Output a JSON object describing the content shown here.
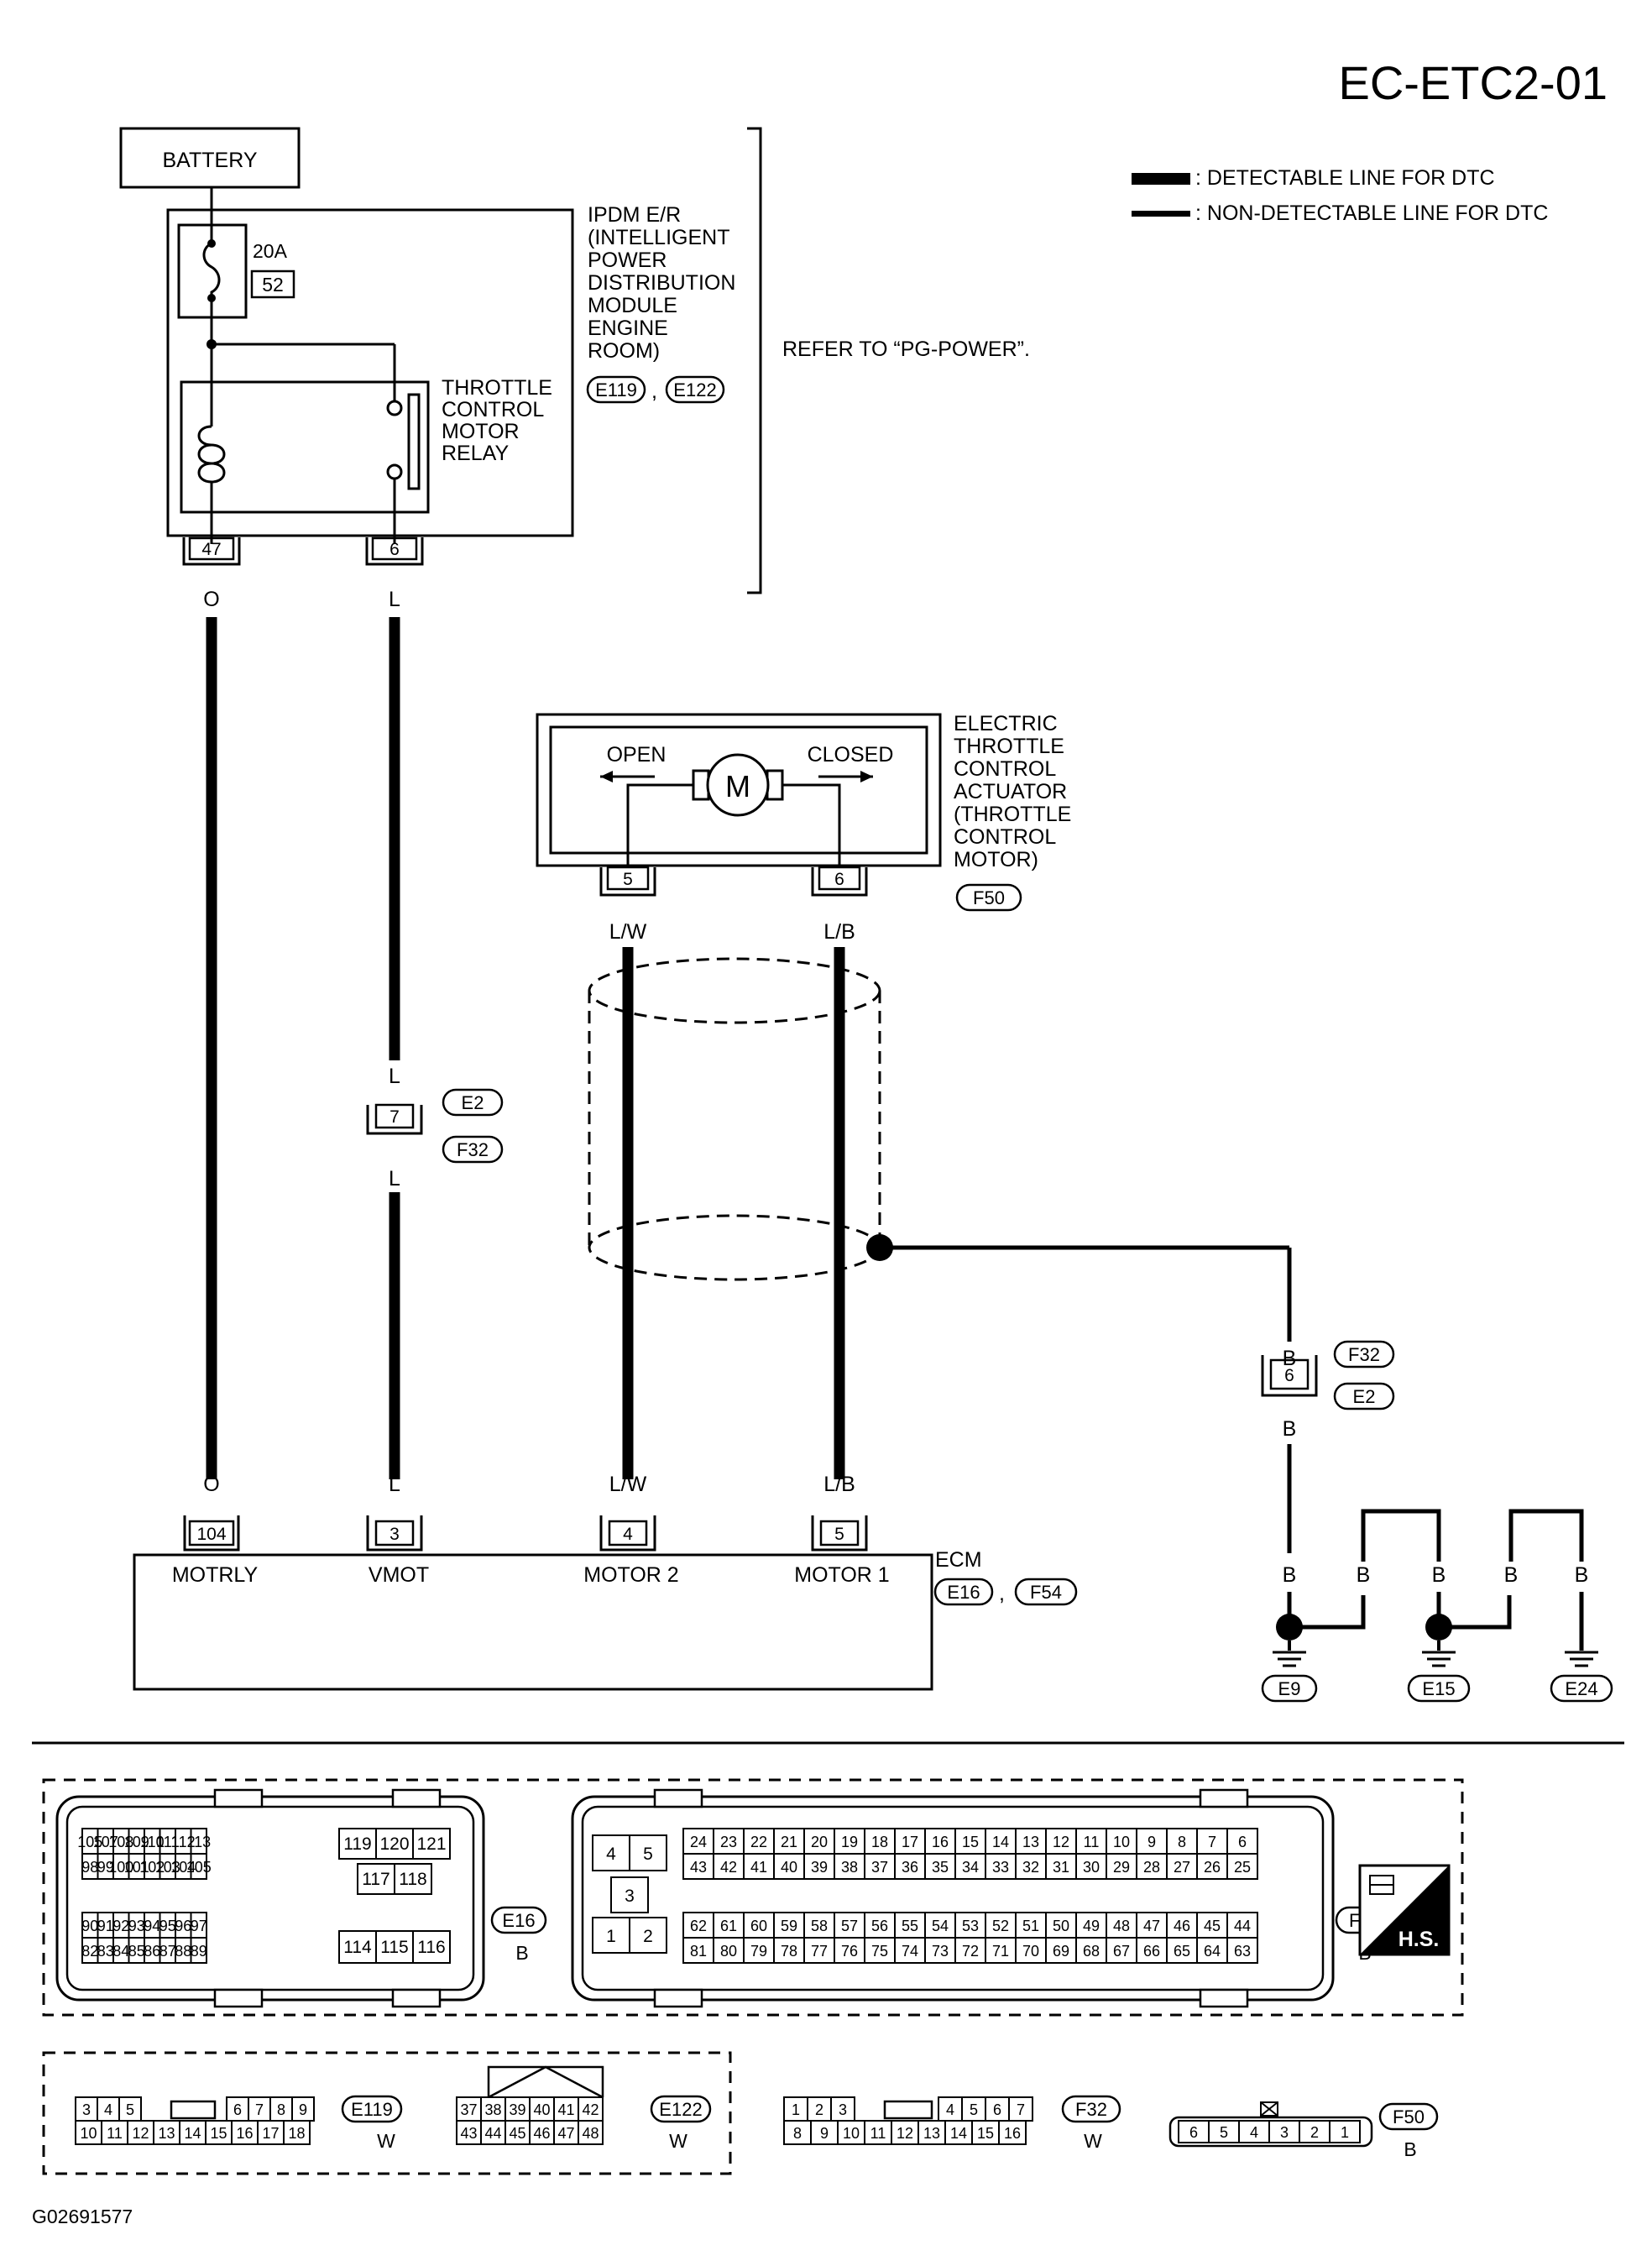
{
  "page_id": "EC-ETC2-01",
  "figure_id": "G02691577",
  "legend": {
    "detectable": ": DETECTABLE LINE FOR DTC",
    "non_detectable": ": NON-DETECTABLE LINE FOR DTC"
  },
  "battery": "BATTERY",
  "ipdm": {
    "fuse_rating": "20A",
    "fuse_no": "52",
    "name_lines": [
      "IPDM E/R",
      "(INTELLIGENT",
      "POWER",
      "DISTRIBUTION",
      "MODULE",
      "ENGINE",
      "ROOM)"
    ],
    "connectors": [
      "E119",
      "E122"
    ],
    "relay_lines": [
      "THROTTLE",
      "CONTROL",
      "MOTOR",
      "RELAY"
    ],
    "pins": [
      "47",
      "6"
    ],
    "refer": "REFER TO “PG-POWER”."
  },
  "actuator": {
    "name_lines": [
      "ELECTRIC",
      "THROTTLE",
      "CONTROL",
      "ACTUATOR",
      "(THROTTLE",
      "CONTROL",
      "MOTOR)"
    ],
    "connector": "F50",
    "open": "OPEN",
    "closed": "CLOSED",
    "motor": "M",
    "pins": [
      "5",
      "6"
    ]
  },
  "wires": {
    "o": "O",
    "l": "L",
    "lw": "L/W",
    "lb": "L/B",
    "b": "B"
  },
  "joint_1": {
    "pin": "7",
    "connectors": [
      "E2",
      "F32"
    ]
  },
  "joint_2": {
    "pin": "6",
    "connectors": [
      "F32",
      "E2"
    ]
  },
  "ecm": {
    "name": "ECM",
    "connectors": [
      "E16",
      "F54"
    ],
    "terminals": [
      {
        "pin": "104",
        "label": "MOTRLY"
      },
      {
        "pin": "3",
        "label": "VMOT"
      },
      {
        "pin": "4",
        "label": "MOTOR 2"
      },
      {
        "pin": "5",
        "label": "MOTOR 1"
      }
    ]
  },
  "grounds": [
    "E9",
    "E15",
    "E24"
  ],
  "connector_views": {
    "e16": {
      "id": "E16",
      "color": "B",
      "g1_row1": [
        "105",
        "107",
        "108",
        "109",
        "110",
        "111",
        "112",
        "113"
      ],
      "g1_row2": [
        "98",
        "99",
        "100",
        "101",
        "102",
        "103",
        "104",
        "105"
      ],
      "g2_row1": [
        "119",
        "120",
        "121"
      ],
      "g2_mid": [
        "117",
        "118"
      ],
      "g3_row1": [
        "90",
        "91",
        "92",
        "93",
        "94",
        "95",
        "96",
        "97"
      ],
      "g3_row2": [
        "82",
        "83",
        "84",
        "85",
        "86",
        "87",
        "88",
        "89"
      ],
      "g4": [
        "114",
        "115",
        "116"
      ]
    },
    "f54": {
      "id": "F54",
      "color": "B",
      "small": [
        "4",
        "5",
        "3",
        "1",
        "2"
      ],
      "row1": [
        "24",
        "23",
        "22",
        "21",
        "20",
        "19",
        "18",
        "17",
        "16",
        "15",
        "14",
        "13",
        "12",
        "11",
        "10",
        "9",
        "8",
        "7",
        "6"
      ],
      "row2": [
        "43",
        "42",
        "41",
        "40",
        "39",
        "38",
        "37",
        "36",
        "35",
        "34",
        "33",
        "32",
        "31",
        "30",
        "29",
        "28",
        "27",
        "26",
        "25"
      ],
      "row3": [
        "62",
        "61",
        "60",
        "59",
        "58",
        "57",
        "56",
        "55",
        "54",
        "53",
        "52",
        "51",
        "50",
        "49",
        "48",
        "47",
        "46",
        "45",
        "44"
      ],
      "row4": [
        "81",
        "80",
        "79",
        "78",
        "77",
        "76",
        "75",
        "74",
        "73",
        "72",
        "71",
        "70",
        "69",
        "68",
        "67",
        "66",
        "65",
        "64",
        "63"
      ]
    },
    "hs_badge": "H.S.",
    "e119": {
      "id": "E119",
      "color": "W",
      "row1a": [
        "3",
        "4",
        "5"
      ],
      "row1b": [
        "6",
        "7",
        "8",
        "9"
      ],
      "row2": [
        "10",
        "11",
        "12",
        "13",
        "14",
        "15",
        "16",
        "17",
        "18"
      ]
    },
    "e122": {
      "id": "E122",
      "color": "W",
      "row1": [
        "37",
        "38",
        "39",
        "40",
        "41",
        "42"
      ],
      "row2": [
        "43",
        "44",
        "45",
        "46",
        "47",
        "48"
      ]
    },
    "f32": {
      "id": "F32",
      "color": "W",
      "row1a": [
        "1",
        "2",
        "3"
      ],
      "row1b": [
        "4",
        "5",
        "6",
        "7"
      ],
      "row2": [
        "8",
        "9",
        "10",
        "11",
        "12",
        "13",
        "14",
        "15",
        "16"
      ]
    },
    "f50": {
      "id": "F50",
      "color": "B",
      "pins": [
        "6",
        "5",
        "4",
        "3",
        "2",
        "1"
      ]
    }
  }
}
